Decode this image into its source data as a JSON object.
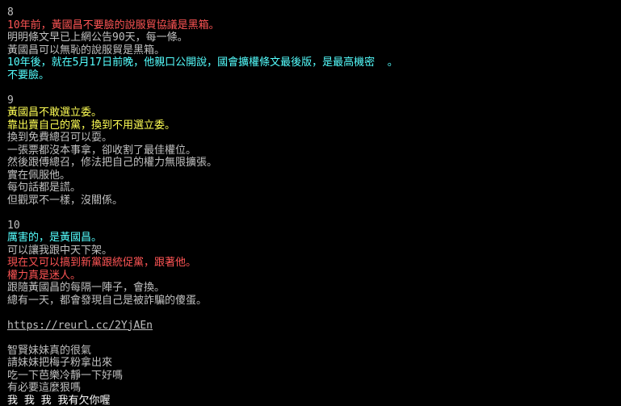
{
  "colors": {
    "background": "#000000",
    "default": "#c0c0c0",
    "red": "#ff5555",
    "cyan": "#55ffff",
    "yellow": "#ffff55",
    "white": "#ffffff"
  },
  "section8": {
    "number": "8",
    "l1": "10年前，黃國昌不要臉的說服貿協議是黑箱。",
    "l2": "明明條文早已上網公告90天，每一條。",
    "l3": "黃國昌可以無恥的說服貿是黑箱。",
    "l4": "10年後，就在5月17日前晚，他親口公開說，國會擴權條文最後版，是最高機密  。",
    "l5": "不要臉。"
  },
  "section9": {
    "number": "9",
    "l1": "黃國昌不敢選立委。",
    "l2": "靠出賣自己的黨，換到不用選立委。",
    "l3": "換到免費總召可以耍。",
    "l4": "一張票都沒本事拿，卻收割了最佳權位。",
    "l5": "然後跟傅總召，修法把自己的權力無限擴張。",
    "l6": "實在佩服他。",
    "l7": "每句話都是謊。",
    "l8": "但觀眾不一樣，沒關係。"
  },
  "section10": {
    "number": "10",
    "l1": "厲害的，是黃國昌。",
    "l2": "可以讓我跟中天下架。",
    "l3": "現在又可以搞到新黨跟統促黨，跟著他。",
    "l4": "權力真是迷人。",
    "l5": "跟隨黃國昌的每隔一陣子，會換。",
    "l6": "總有一天，都會發現自己是被詐騙的傻蛋。"
  },
  "link": {
    "url": "https://reurl.cc/2YjAEn"
  },
  "reply": {
    "l1": "智賢妹妹真的很氣",
    "l2": "請妹妹把梅子粉拿出來",
    "l3": "吃一下芭樂冷靜一下好嗎",
    "l4": "有必要這麼狠嗎",
    "l5": "我 我 我 我有欠你喔"
  }
}
